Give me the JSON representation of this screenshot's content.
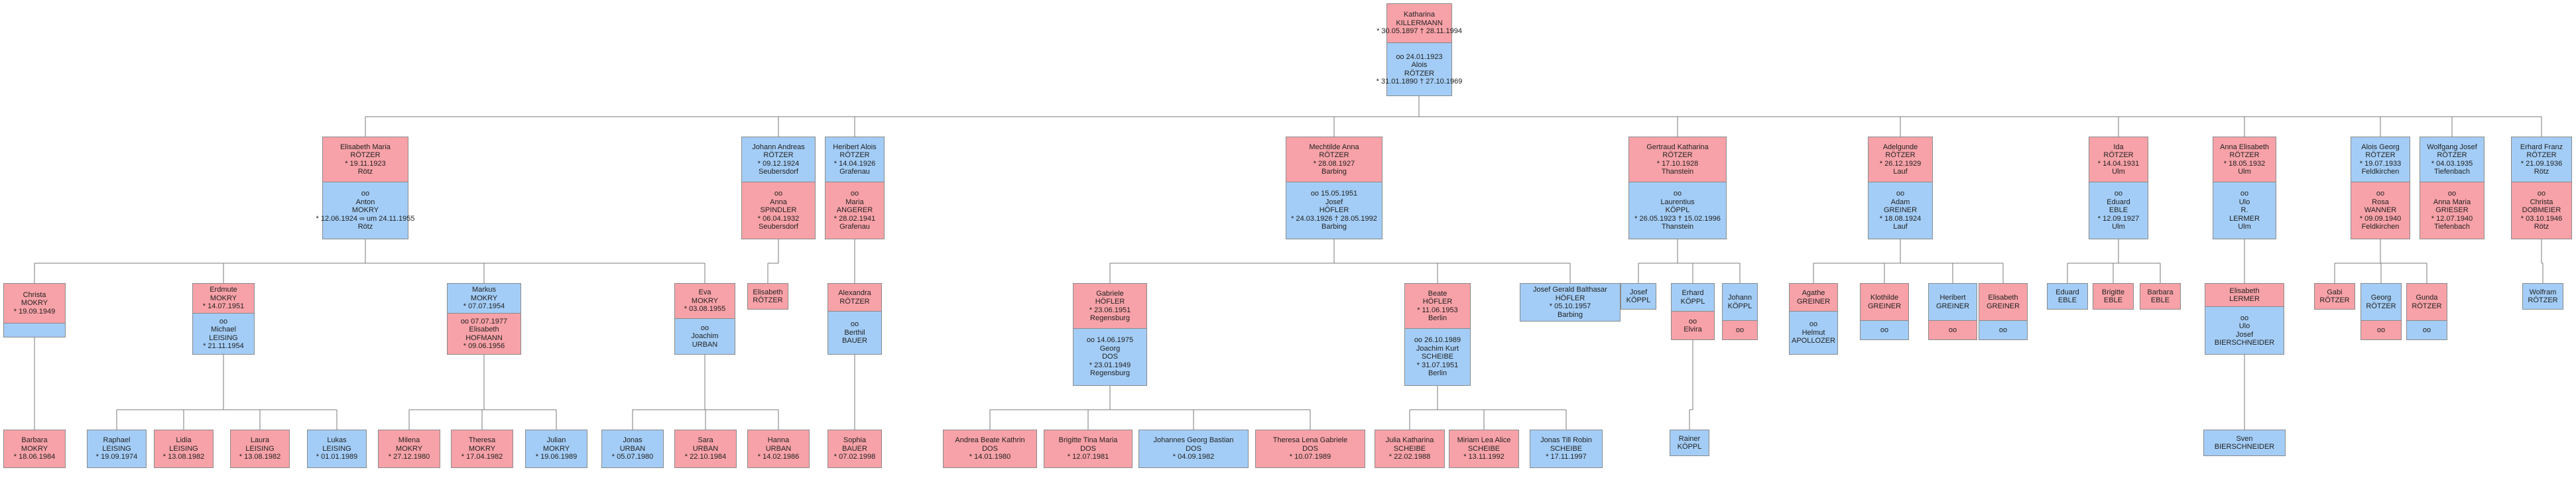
{
  "persons": {
    "katharina": {
      "top": {
        "g": "f",
        "lines": [
          "Katharina",
          "KILLERMANN",
          "* 30.05.1897  † 28.11.1994"
        ]
      },
      "bottom": {
        "g": "m",
        "lines": [
          "oo 24.01.1923",
          "Alois",
          "RÖTZER",
          "* 31.01.1890  † 27.10.1969"
        ]
      }
    },
    "elisabeth_maria": {
      "top": {
        "g": "f",
        "lines": [
          "Elisabeth Maria",
          "RÖTZER",
          "* 19.11.1923",
          "Rötz"
        ]
      },
      "bottom": {
        "g": "m",
        "lines": [
          "oo",
          "Anton",
          "MOKRY",
          "* 12.06.1924  ∞ um 24.11.1955",
          "Rötz"
        ]
      }
    },
    "johann_andreas": {
      "top": {
        "g": "m",
        "lines": [
          "Johann Andreas",
          "RÖTZER",
          "* 09.12.1924",
          "Seubersdorf"
        ]
      },
      "bottom": {
        "g": "f",
        "lines": [
          "oo",
          "Anna",
          "SPINDLER",
          "* 06.04.1932",
          "Seubersdorf"
        ]
      }
    },
    "heribert_alois": {
      "top": {
        "g": "m",
        "lines": [
          "Heribert Alois",
          "RÖTZER",
          "* 14.04.1926",
          "Grafenau"
        ]
      },
      "bottom": {
        "g": "f",
        "lines": [
          "oo",
          "Maria",
          "ANGERER",
          "* 28.02.1941",
          "Grafenau"
        ]
      }
    },
    "mechtilde": {
      "top": {
        "g": "f",
        "lines": [
          "Mechtilde Anna",
          "RÖTZER",
          "* 28.08.1927",
          "Barbing"
        ]
      },
      "bottom": {
        "g": "m",
        "lines": [
          "oo 15.05.1951",
          "Josef",
          "HÖFLER",
          "* 24.03.1926  † 28.05.1992",
          "Barbing"
        ]
      }
    },
    "gertraud": {
      "top": {
        "g": "f",
        "lines": [
          "Gertraud Katharina",
          "RÖTZER",
          "* 17.10.1928",
          "Thanstein"
        ]
      },
      "bottom": {
        "g": "m",
        "lines": [
          "oo",
          "Laurentius",
          "KÖPPL",
          "* 26.05.1923  † 15.02.1996",
          "Thanstein"
        ]
      }
    },
    "adelgunde": {
      "top": {
        "g": "f",
        "lines": [
          "Adelgunde",
          "RÖTZER",
          "* 26.12.1929",
          "Lauf"
        ]
      },
      "bottom": {
        "g": "m",
        "lines": [
          "oo",
          "Adam",
          "GREINER",
          "* 18.08.1924",
          "Lauf"
        ]
      }
    },
    "ida": {
      "top": {
        "g": "f",
        "lines": [
          "Ida",
          "RÖTZER",
          "* 14.04.1931",
          "Ulm"
        ]
      },
      "bottom": {
        "g": "m",
        "lines": [
          "oo",
          "Eduard",
          "EBLE",
          "* 12.09.1927",
          "Ulm"
        ]
      }
    },
    "anna_elisabeth": {
      "top": {
        "g": "f",
        "lines": [
          "Anna Elisabeth",
          "RÖTZER",
          "* 18.05.1932",
          "Ulm"
        ]
      },
      "bottom": {
        "g": "m",
        "lines": [
          "oo",
          "Ulo",
          "R.",
          "LERMER",
          "Ulm"
        ]
      }
    },
    "alois_georg": {
      "top": {
        "g": "m",
        "lines": [
          "Alois Georg",
          "RÖTZER",
          "* 19.07.1933",
          "Feldkirchen"
        ]
      },
      "bottom": {
        "g": "f",
        "lines": [
          "oo",
          "Rosa",
          "WANNER",
          "* 09.09.1940",
          "Feldkirchen"
        ]
      }
    },
    "wolfgang_josef": {
      "top": {
        "g": "m",
        "lines": [
          "Wolfgang Josef",
          "RÖTZER",
          "* 04.03.1935",
          "Tiefenbach"
        ]
      },
      "bottom": {
        "g": "f",
        "lines": [
          "oo",
          "Anna Maria",
          "GRIESER",
          "* 12.07.1940",
          "Tiefenbach"
        ]
      }
    },
    "erhard_franz": {
      "top": {
        "g": "m",
        "lines": [
          "Erhard Franz",
          "RÖTZER",
          "* 21.09.1936",
          "Rötz"
        ]
      },
      "bottom": {
        "g": "f",
        "lines": [
          "oo",
          "Christa",
          "DOBMEIER",
          "* 03.10.1946",
          "Rötz"
        ]
      }
    },
    "christa_mokry": {
      "top": {
        "g": "f",
        "lines": [
          "Christa",
          "MOKRY",
          "* 19.09.1949"
        ]
      },
      "bottom": {
        "g": "m",
        "lines": []
      }
    },
    "erdmute": {
      "top": {
        "g": "f",
        "lines": [
          "Erdmute",
          "MOKRY",
          "* 14.07.1951"
        ]
      },
      "bottom": {
        "g": "m",
        "lines": [
          "oo",
          "Michael",
          "LEISING",
          "* 21.11.1954"
        ]
      }
    },
    "markus": {
      "top": {
        "g": "m",
        "lines": [
          "Markus",
          "MOKRY",
          "* 07.07.1954"
        ]
      },
      "bottom": {
        "g": "f",
        "lines": [
          "oo 07.07.1977",
          "Elisabeth",
          "HOFMANN",
          "* 09.06.1956"
        ]
      }
    },
    "eva": {
      "top": {
        "g": "f",
        "lines": [
          "Eva",
          "MOKRY",
          "* 03.08.1955"
        ]
      },
      "bottom": {
        "g": "m",
        "lines": [
          "oo",
          "Joachim",
          "URBAN"
        ]
      }
    },
    "elisabeth_roetzer": {
      "top": {
        "g": "f",
        "lines": [
          "Elisabeth",
          "RÖTZER"
        ]
      }
    },
    "alexandra": {
      "top": {
        "g": "f",
        "lines": [
          "Alexandra",
          "RÖTZER"
        ]
      },
      "bottom": {
        "g": "m",
        "lines": [
          "oo",
          "Berthil",
          "BAUER"
        ]
      }
    },
    "gabriele": {
      "top": {
        "g": "f",
        "lines": [
          "Gabriele",
          "HÖFLER",
          "* 23.06.1951",
          "Regensburg"
        ]
      },
      "bottom": {
        "g": "m",
        "lines": [
          "oo 14.06.1975",
          "Georg",
          "DOS",
          "* 23.01.1949",
          "Regensburg"
        ]
      }
    },
    "beate": {
      "top": {
        "g": "f",
        "lines": [
          "Beate",
          "HÖFLER",
          "* 11.06.1953",
          "Berlin"
        ]
      },
      "bottom": {
        "g": "m",
        "lines": [
          "oo 26.10.1989",
          "Joachim Kurt",
          "SCHEIBE",
          "* 31.07.1951",
          "Berlin"
        ]
      }
    },
    "josef_gerald": {
      "top": {
        "g": "m",
        "lines": [
          "Josef Gerald Balthasar",
          "HÖFLER",
          "* 05.10.1957",
          "Barbing"
        ]
      }
    },
    "josef_koeppl": {
      "top": {
        "g": "m",
        "lines": [
          "Josef",
          "KÖPPL"
        ]
      }
    },
    "erhard_koeppl": {
      "top": {
        "g": "m",
        "lines": [
          "Erhard",
          "KÖPPL"
        ]
      },
      "bottom": {
        "g": "f",
        "lines": [
          "oo",
          "Elvira"
        ]
      }
    },
    "johann_koeppl": {
      "top": {
        "g": "m",
        "lines": [
          "Johann",
          "KÖPPL"
        ]
      },
      "bottom": {
        "g": "f",
        "lines": [
          "oo"
        ]
      }
    },
    "agathe": {
      "top": {
        "g": "f",
        "lines": [
          "Agathe",
          "GREINER"
        ]
      },
      "bottom": {
        "g": "m",
        "lines": [
          "oo",
          "Helmut",
          "APOLLOZER"
        ]
      }
    },
    "klothilde": {
      "top": {
        "g": "f",
        "lines": [
          "Klothilde",
          "GREINER"
        ]
      },
      "bottom": {
        "g": "m",
        "lines": [
          "oo"
        ]
      }
    },
    "heribert_greiner": {
      "top": {
        "g": "m",
        "lines": [
          "Heribert",
          "GREINER"
        ]
      },
      "bottom": {
        "g": "f",
        "lines": [
          "oo"
        ]
      }
    },
    "elisabeth_greiner": {
      "top": {
        "g": "f",
        "lines": [
          "Elisabeth",
          "GREINER"
        ]
      },
      "bottom": {
        "g": "m",
        "lines": [
          "oo"
        ]
      }
    },
    "eduard_eble": {
      "top": {
        "g": "m",
        "lines": [
          "Eduard",
          "EBLE"
        ]
      }
    },
    "brigitte_eble": {
      "top": {
        "g": "f",
        "lines": [
          "Brigitte",
          "EBLE"
        ]
      }
    },
    "barbara_eble": {
      "top": {
        "g": "f",
        "lines": [
          "Barbara",
          "EBLE"
        ]
      }
    },
    "elisabeth_lermer": {
      "top": {
        "g": "f",
        "lines": [
          "Elisabeth",
          "LERMER"
        ]
      },
      "bottom": {
        "g": "m",
        "lines": [
          "oo",
          "Ulo",
          "Josef",
          "BIERSCHNEIDER"
        ]
      }
    },
    "gabi": {
      "top": {
        "g": "f",
        "lines": [
          "Gabi",
          "RÖTZER"
        ]
      }
    },
    "georg_roetzer": {
      "top": {
        "g": "m",
        "lines": [
          "Georg",
          "RÖTZER"
        ]
      },
      "bottom": {
        "g": "f",
        "lines": [
          "oo"
        ]
      }
    },
    "gunda": {
      "top": {
        "g": "f",
        "lines": [
          "Gunda",
          "RÖTZER"
        ]
      },
      "bottom": {
        "g": "m",
        "lines": [
          "oo"
        ]
      }
    },
    "wolfram": {
      "top": {
        "g": "m",
        "lines": [
          "Wolfram",
          "RÖTZER"
        ]
      }
    },
    "barbara_mokry": {
      "top": {
        "g": "f",
        "lines": [
          "Barbara",
          "MOKRY",
          "* 18.06.1984"
        ]
      }
    },
    "raphael": {
      "top": {
        "g": "m",
        "lines": [
          "Raphael",
          "LEISING",
          "* 19.09.1974"
        ]
      }
    },
    "lidia": {
      "top": {
        "g": "f",
        "lines": [
          "Lidia",
          "LEISING",
          "* 13.08.1982"
        ]
      }
    },
    "laura": {
      "top": {
        "g": "f",
        "lines": [
          "Laura",
          "LEISING",
          "* 13.08.1982"
        ]
      }
    },
    "lukas": {
      "top": {
        "g": "m",
        "lines": [
          "Lukas",
          "LEISING",
          "* 01.01.1989"
        ]
      }
    },
    "milena": {
      "top": {
        "g": "f",
        "lines": [
          "Milena",
          "MOKRY",
          "* 27.12.1980"
        ]
      }
    },
    "theresa_mokry": {
      "top": {
        "g": "f",
        "lines": [
          "Theresa",
          "MOKRY",
          "* 17.04.1982"
        ]
      }
    },
    "julian": {
      "top": {
        "g": "m",
        "lines": [
          "Julian",
          "MOKRY",
          "* 19.06.1989"
        ]
      }
    },
    "jonas_urban": {
      "top": {
        "g": "m",
        "lines": [
          "Jonas",
          "URBAN",
          "* 05.07.1980"
        ]
      }
    },
    "sara": {
      "top": {
        "g": "f",
        "lines": [
          "Sara",
          "URBAN",
          "* 22.10.1984"
        ]
      }
    },
    "hanna": {
      "top": {
        "g": "f",
        "lines": [
          "Hanna",
          "URBAN",
          "* 14.02.1986"
        ]
      }
    },
    "sophia": {
      "top": {
        "g": "f",
        "lines": [
          "Sophia",
          "BAUER",
          "* 07.02.1998"
        ]
      }
    },
    "andrea": {
      "top": {
        "g": "f",
        "lines": [
          "Andrea Beate Kathrin",
          "DOS",
          "* 14.01.1980"
        ]
      }
    },
    "brigitte_dos": {
      "top": {
        "g": "f",
        "lines": [
          "Brigitte Tina Maria",
          "DOS",
          "* 12.07.1981"
        ]
      }
    },
    "johannes_dos": {
      "top": {
        "g": "m",
        "lines": [
          "Johannes Georg Bastian",
          "DOS",
          "* 04.09.1982"
        ]
      }
    },
    "theresa_dos": {
      "top": {
        "g": "f",
        "lines": [
          "Theresa Lena Gabriele",
          "DOS",
          "* 10.07.1989"
        ]
      }
    },
    "julia": {
      "top": {
        "g": "f",
        "lines": [
          "Julia Katharina",
          "SCHEIBE",
          "* 22.02.1988"
        ]
      }
    },
    "miriam": {
      "top": {
        "g": "f",
        "lines": [
          "Miriam Lea Alice",
          "SCHEIBE",
          "* 13.11.1992"
        ]
      }
    },
    "jonas_scheibe": {
      "top": {
        "g": "m",
        "lines": [
          "Jonas Till Robin",
          "SCHEIBE",
          "* 17.11.1997"
        ]
      }
    },
    "rainer": {
      "top": {
        "g": "m",
        "lines": [
          "Rainer",
          "KÖPPL"
        ]
      }
    },
    "sven": {
      "top": {
        "g": "m",
        "lines": [
          "Sven",
          "BIERSCHNEIDER"
        ]
      }
    }
  }
}
